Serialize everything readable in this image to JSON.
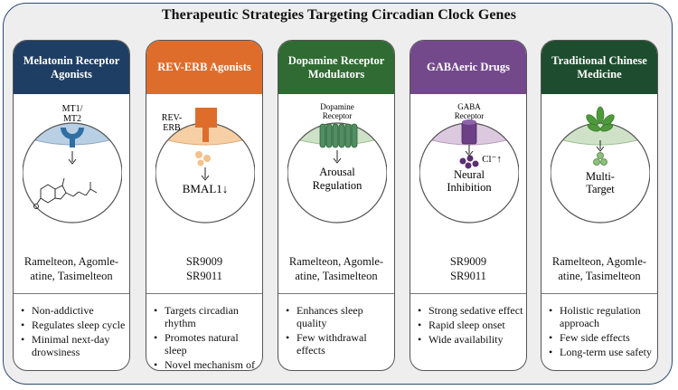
{
  "title": "Therapeutic Strategies Targeting Circadian Clock Genes",
  "cards": [
    {
      "header": "Melatonin Receptor Agonists",
      "illustration": {
        "receptor": "MT1/ MT2",
        "receptor_lines": [
          "MT1/",
          "MT2"
        ],
        "outcome_lines": []
      },
      "drugs_lines": [
        "Ramelteon, Agomle-",
        "atine, Tasimelteon"
      ],
      "benefits": [
        "Non-addictive",
        "Regulates sleep cycle",
        "Minimal next-day drowsiness"
      ],
      "colors": {
        "header": "#1f3e63",
        "dome": "#b9cfe3"
      }
    },
    {
      "header": "REV-ERB Agonists",
      "illustration": {
        "receptor": "REV-ERB",
        "receptor_lines": [
          "REV-",
          "ERB"
        ],
        "outcome_lines": [
          "BMAL1↓"
        ]
      },
      "drugs_lines": [
        "SR9009",
        "SR9011"
      ],
      "benefits": [
        "Targets circadian rhythm",
        "Promotes natural sleep",
        "Novel mechanism of action"
      ],
      "colors": {
        "header": "#de6d2c",
        "dome": "#f7cfa4"
      }
    },
    {
      "header": "Dopamine Receptor Modulators",
      "illustration": {
        "receptor": "Dopamine Receptor",
        "receptor_lines": [
          "Dopamine",
          "Receptor"
        ],
        "outcome_lines": [
          "Arousal",
          "Regulation"
        ]
      },
      "drugs_lines": [
        "Ramelteon, Agomle-",
        "atine, Tasimelteon"
      ],
      "benefits": [
        "Enhances sleep quality",
        "Few withdrawal effects"
      ],
      "colors": {
        "header": "#2f6b32",
        "dome": "#cfe2c8"
      }
    },
    {
      "header": "GABAeric Drugs",
      "illustration": {
        "receptor": "GABA Receptor",
        "receptor_lines": [
          "GABA",
          "Receptor"
        ],
        "ion": "Cl⁻↑",
        "outcome_lines": [
          "Neural",
          "Inhibition"
        ]
      },
      "drugs_lines": [
        "SR9009",
        "SR9011"
      ],
      "benefits": [
        "Strong sedative effect",
        "Rapid sleep onset",
        "Wide availability"
      ],
      "colors": {
        "header": "#73498c",
        "dome": "#dcc9df"
      }
    },
    {
      "header": "Traditional Chinese Medicine",
      "illustration": {
        "receptor": "",
        "receptor_lines": [],
        "outcome_lines": [
          "Multi-",
          "Target"
        ]
      },
      "drugs_lines": [
        "Ramelteon, Agomle-",
        "atine, Tasimelteon"
      ],
      "benefits": [
        "Holistic regulation approach",
        "Few side effects",
        "Long-term use safety"
      ],
      "colors": {
        "header": "#1d4d2e",
        "dome": "#cfe2c8"
      }
    }
  ]
}
